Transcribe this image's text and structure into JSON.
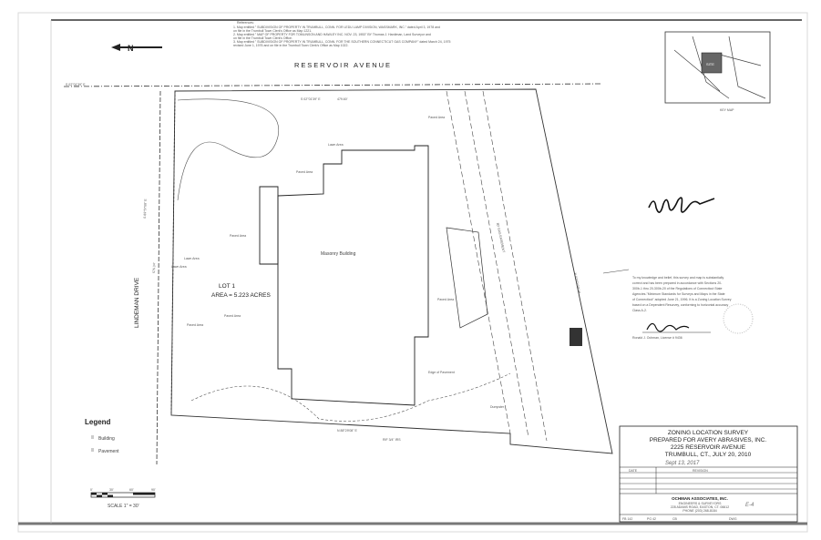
{
  "notes": {
    "heading": "References:",
    "lines": [
      "1. Map entitled \" SUBDIVISION OF PROPERTY IN TRUMBULL, CONN. FOR LEDU LAMP DIVISION, WASSMARK, INC.\" dated April 3, 1978 and",
      "   on file in the Trumbull Town Clerk's Office as Map 1221.",
      "2. Map entitled \" MAP OF PROPERTY FOR TOMLINSON AND HAWLEY INC. NOV. 23, 1953\" BY Thomas J. Hardiman, Land Surveyor and",
      "   on file in the Trumbull Town Clerk's Office.",
      "3. Map entitled \" SUBDIVISION OF PROPERTY IN TRUMBULL, CONN. FOR THE SOUTHERN CONNECTICUT GAS COMPANY\" dated March 24, 1975",
      "   revised June 1, 1976 and on file in the Trumbull Town Clerk's Office as Map 1022."
    ]
  },
  "map": {
    "north_label": "N",
    "street_top": "RESERVOIR AVENUE",
    "street_left": "LINDEMAN DRIVE",
    "lot_label": "LOT 1",
    "area_label": "AREA = 5.223 ACRES",
    "building_label": "Masonry Building",
    "labels": [
      "Paved Area",
      "Lawn Area",
      "Paved Area",
      "Lawn Area",
      "Paved Area",
      "Paved Area",
      "Lawn Area",
      "Edge of Pavement",
      "Dumpster",
      "Paved Area",
      "Paved Area"
    ],
    "bearings": [
      "S 02°01'39\" E",
      "479.60'",
      "S 02°01'39\" E",
      "N 88°29'08\" E",
      "S 89°57'08\" E",
      "576.34'",
      "N 02°01'39\" W",
      "RIF 3/4\" IRS"
    ],
    "easement": "80' GAS EASEMENT"
  },
  "key_map": {
    "label": "KEY MAP",
    "site_label": "SITE"
  },
  "legend": {
    "title": "Legend",
    "items": [
      {
        "label": "Building"
      },
      {
        "label": "Pavement"
      }
    ]
  },
  "scale_bar": {
    "ticks": [
      "0'",
      "30'",
      "60'",
      "90'"
    ],
    "label": "SCALE 1\" = 30'"
  },
  "certification": {
    "text": [
      "To my knowledge and belief, this survey and map is substantially",
      "correct and has been prepared in accordance with Sections 20-",
      "300b-1 thru 20-300b-20 of the Regulations of Connecticut State",
      "Agencies-\"Minimum Standards for Surveys and Maps in the State",
      "of Connecticut\" adopted June 21, 1996. It is a Zoning Location Survey",
      "based on a Dependent Resurvey, conforming to horizontal accuracy",
      "Class A-2."
    ],
    "surveyor": "Ronald J. Ochman, License # 9436"
  },
  "title_block": {
    "line1": "ZONING LOCATION SURVEY",
    "line2": "PREPARED FOR AVERY ABRASIVES, INC.",
    "line3": "2225 RESERVOIR AVENUE",
    "line4": "TRUMBULL, CT., JULY 20, 2010",
    "handwritten_date": "Sept 13, 2017",
    "col_date": "DATE",
    "col_revision": "REVISION",
    "firm": "OCHMAN ASSOCIATES, INC.",
    "firm_sub": "ENGINEERS & SURVEYORS",
    "firm_address": "228 ADAMS ROAD, EASTON, CT. 06612",
    "firm_phone": "PHONE (203) 268-8184",
    "handwritten_sheet": "E-4",
    "fb": "FB 142",
    "pg": "PG 42",
    "cb": "CB",
    "dwg": "DWG"
  },
  "colors": {
    "ink": "#222222",
    "paper": "#ffffff",
    "border": "#d0d0d0"
  }
}
